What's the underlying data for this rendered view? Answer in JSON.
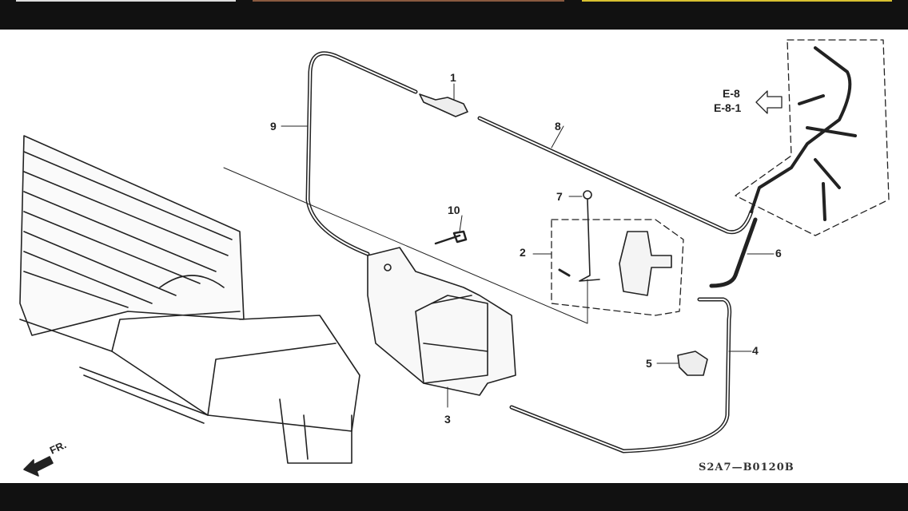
{
  "diagram": {
    "callouts": [
      {
        "id": "1",
        "label": "1"
      },
      {
        "id": "2",
        "label": "2"
      },
      {
        "id": "3",
        "label": "3"
      },
      {
        "id": "4",
        "label": "4"
      },
      {
        "id": "5",
        "label": "5"
      },
      {
        "id": "6",
        "label": "6"
      },
      {
        "id": "7",
        "label": "7"
      },
      {
        "id": "8",
        "label": "8"
      },
      {
        "id": "9",
        "label": "9"
      },
      {
        "id": "10",
        "label": "10"
      }
    ],
    "section_refs": [
      "E-8",
      "E-8-1"
    ],
    "front_indicator": "FR.",
    "diagram_code": "S2A7—B0120B"
  },
  "colors": {
    "line": "#222222",
    "background": "#ffffff",
    "frame": "#111111"
  }
}
